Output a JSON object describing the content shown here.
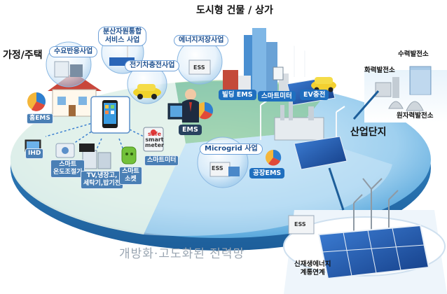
{
  "title": "도시형 건물 / 상가",
  "sections": {
    "home": "가정/주택",
    "industrial": "산업단지"
  },
  "bubbles": {
    "demand_response": "수요반응사업",
    "distributed_resource": [
      "분산자원통합",
      "서비스 사업"
    ],
    "ev_charging_business": "전기차충전사업",
    "energy_storage": "에너지저장사업",
    "microgrid": "Microgrid 사업"
  },
  "labels": {
    "home_ems": "홈EMS",
    "ihd": "IHD",
    "smart_thermostat": [
      "스마트",
      "온도조절기"
    ],
    "tv_appliances": [
      "TV,냉장고,",
      "세탁기,밥기전"
    ],
    "smart_socket": [
      "스마트",
      "소켓"
    ],
    "smart_meter_home": "스마트미터",
    "safe_smart_meter": [
      "safe",
      "smart",
      "meter"
    ],
    "ems": "EMS",
    "building_ems": "빌딩 EMS",
    "smart_meter_building": "스마트미터",
    "ev_charging": "EV충전",
    "factory_ems": "공장EMS",
    "ess_1": "ESS",
    "ess_2": "ESS",
    "ess_3": "ESS",
    "hydro_plant": "수력발전소",
    "thermal_plant": "화력발전소",
    "nuclear_plant": "원자력발전소",
    "renewable_grid": [
      "신재생에너지",
      "계통연계"
    ]
  },
  "caption": "개방화·고도화된 전력망",
  "colors": {
    "disk_top": "#4fa6dc",
    "disk_edge": "#2f7fbf",
    "home_zone": "#e9f4ea",
    "pill_blue": "#1f6fbf"
  }
}
